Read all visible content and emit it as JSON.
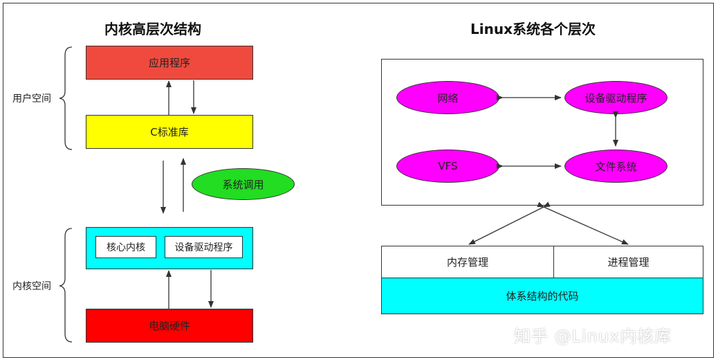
{
  "left": {
    "title": "内核高层次结构",
    "user_space_label": "用户空间",
    "kernel_space_label": "内核空间",
    "app_box": "应用程序",
    "clib_box": "C标准库",
    "syscall": "系统调用",
    "core_kernel": "核心内核",
    "device_driver": "设备驱动程序",
    "hardware": "电脑硬件"
  },
  "right": {
    "title": "Linux系统各个层次",
    "network": "网络",
    "device_driver": "设备驱动程序",
    "vfs": "VFS",
    "filesystem": "文件系统",
    "memory_mgmt": "内存管理",
    "process_mgmt": "进程管理",
    "arch_code": "体系结构的代码"
  },
  "watermark": "知乎 @Linux内核库",
  "colors": {
    "app_red": "#f04a3e",
    "clib_yellow": "#ffff00",
    "syscall_green": "#22dd22",
    "kernel_cyan": "#00ffff",
    "hardware_red": "#ff0000",
    "ellipse_magenta": "#ff00ff",
    "arch_cyan": "#00ffff"
  }
}
